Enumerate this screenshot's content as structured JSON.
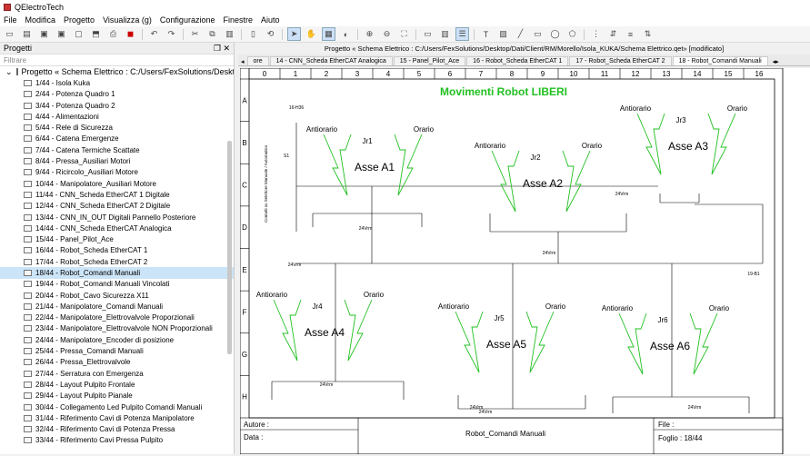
{
  "app": {
    "title": "QElectroTech"
  },
  "menu": [
    "File",
    "Modifica",
    "Progetto",
    "Visualizza (g)",
    "Configurazione",
    "Finestre",
    "Aiuto"
  ],
  "panel": {
    "title": "Progetti",
    "filter_placeholder": "Filtrare",
    "root": "Progetto « Schema Elettrico : C:/Users/FexSolutions/Desktop/Dati/...",
    "items": [
      "1/44 - Isola Kuka",
      "2/44 - Potenza Quadro 1",
      "3/44 - Potenza Quadro 2",
      "4/44 - Alimentazioni",
      "5/44 - Rele di Sicurezza",
      "6/44 - Catena Emergenze",
      "7/44 - Catena Termiche Scattate",
      "8/44 - Pressa_Ausiliari Motori",
      "9/44 - Ricircolo_Ausiliari Motore",
      "10/44 - Manipolatore_Ausiliari Motore",
      "11/44 - CNN_Scheda EtherCAT 1 Digitale",
      "12/44 - CNN_Scheda EtherCAT 2 Digitale",
      "13/44 - CNN_IN_OUT Digitali Pannello Posteriore",
      "14/44 - CNN_Scheda EtherCAT Analogica",
      "15/44 - Panel_Pilot_Ace",
      "16/44 - Robot_Scheda EtherCAT 1",
      "17/44 - Robot_Scheda EtherCAT 2",
      "18/44 - Robot_Comandi Manuali",
      "19/44 - Robot_Comandi Manuali Vincolati",
      "20/44 - Robot_Cavo Sicurezza X11",
      "21/44 - Manipolatore_Comandi Manuali",
      "22/44 - Manipolatore_Elettrovalvole Proporzionali",
      "23/44 - Manipolatore_Elettrovalvole NON Proporzionali",
      "24/44 - Manipolatore_Encoder di posizione",
      "25/44 - Pressa_Comandi Manuali",
      "26/44 - Pressa_Elettrovalvole",
      "27/44 - Serratura con Emergenza",
      "28/44 - Layout Pulpito Frontale",
      "29/44 - Layout Pulpito Pianale",
      "30/44 - Collegamento Led Pulpito Comandi Manuali",
      "31/44 - Riferimento Cavi di Potenza Manipolatore",
      "32/44 - Riferimento Cavi di Potenza Pressa",
      "33/44 - Riferimento Cavi Pressa Pulpito"
    ]
  },
  "doc": {
    "title": "Progetto « Schema Elettrico : C:/Users/FexSolutions/Desktop/Dati/Client/RM/Morello/Isola_KUKA/Schema Elettrico.qet» [modificato]",
    "tabs": [
      "ore",
      "14 - CNN_Scheda EtherCAT Analogica",
      "15 - Panel_Pilot_Ace",
      "16 - Robot_Scheda EtherCAT 1",
      "17 - Robot_Scheda EtherCAT 2",
      "18 - Robot_Comandi Manuali"
    ]
  },
  "schema": {
    "title": "Movimenti Robot LIBERI",
    "cols": [
      "0",
      "1",
      "2",
      "3",
      "4",
      "5",
      "6",
      "7",
      "8",
      "9",
      "10",
      "11",
      "12",
      "13",
      "14",
      "15",
      "16"
    ],
    "rows": [
      "A",
      "B",
      "C",
      "D",
      "E",
      "F",
      "G",
      "H"
    ],
    "axes": [
      {
        "name": "Asse A1",
        "jr": "Jr1",
        "l": "Antiorario",
        "r": "Orario"
      },
      {
        "name": "Asse A2",
        "jr": "Jr2",
        "l": "Antiorario",
        "r": "Orario"
      },
      {
        "name": "Asse A3",
        "jr": "Jr3",
        "l": "Antiorario",
        "r": "Orario"
      },
      {
        "name": "Asse A4",
        "jr": "Jr4",
        "l": "Antiorario",
        "r": "Orario"
      },
      {
        "name": "Asse A5",
        "jr": "Jr5",
        "l": "Antiorario",
        "r": "Orario"
      },
      {
        "name": "Asse A6",
        "jr": "Jr6",
        "l": "Antiorario",
        "r": "Orario"
      }
    ],
    "labels": {
      "v24": "24Vrm",
      "ref1": "16-H36",
      "ref2": "19-B1",
      "s1": "S1",
      "sel": "Contatti su Selettore Manuale / Automatico"
    },
    "footer": {
      "autore": "Autore :",
      "data": "Data :",
      "sheet_title": "Robot_Comandi Manuali",
      "file": "File :",
      "foglio": "Foglio : 18/44"
    }
  },
  "colors": {
    "accent": "#22c022",
    "select": "#cce4f7"
  }
}
